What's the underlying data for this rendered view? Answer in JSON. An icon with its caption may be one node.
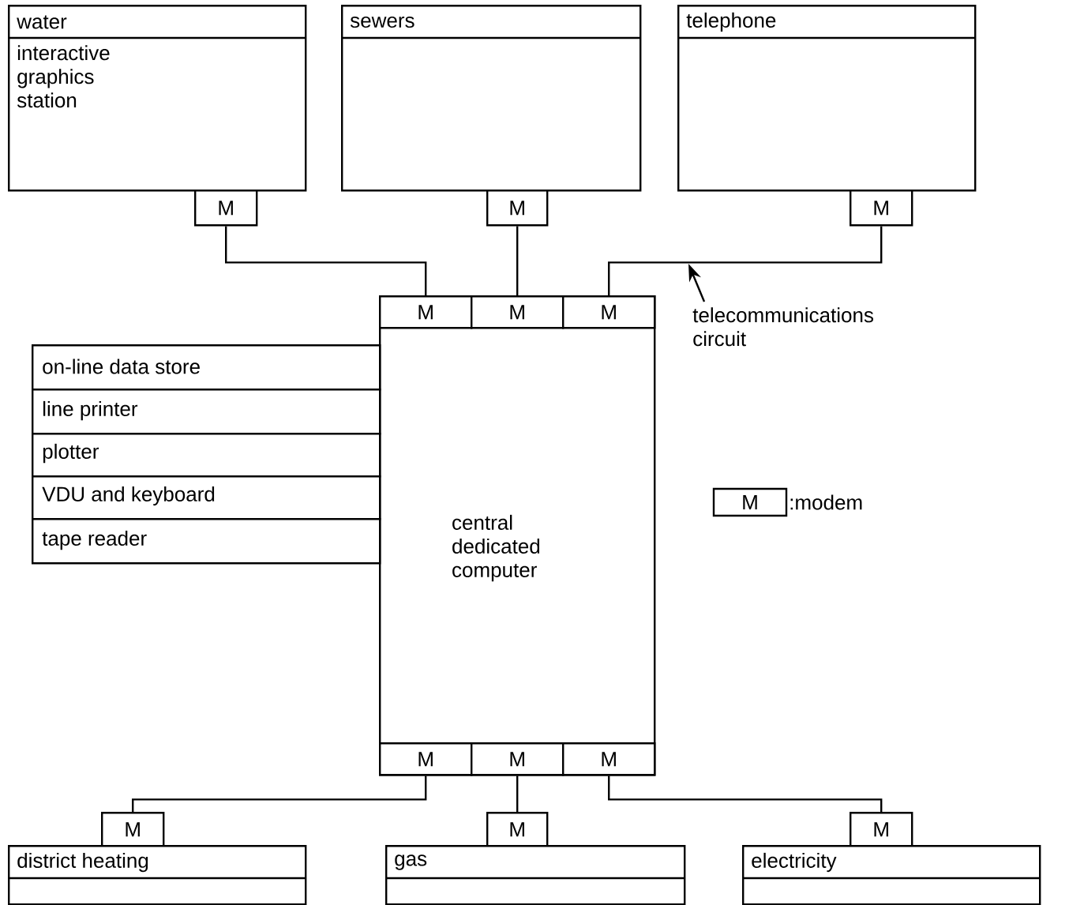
{
  "diagram": {
    "nodes": [
      {
        "text": [
          "water",
          "interactive graphics station"
        ]
      },
      {
        "text": [
          "M"
        ]
      },
      {
        "text": [
          "sewers"
        ]
      },
      {
        "text": [
          "M"
        ]
      },
      {
        "text": [
          "telephone"
        ]
      },
      {
        "text": [
          "M"
        ]
      },
      {
        "text": [
          "central dedicated computer"
        ]
      },
      {
        "text": [
          "M"
        ],
        "in": 6
      },
      {
        "text": [
          "M"
        ],
        "in": 6
      },
      {
        "text": [
          "M"
        ],
        "in": 6
      },
      {
        "text": [
          "on-line data store"
        ]
      },
      {
        "text": [
          "line printer"
        ]
      },
      {
        "text": [
          "plotter"
        ]
      },
      {
        "text": [
          "VDU and keyboard"
        ]
      },
      {
        "text": [
          "tape reader"
        ]
      },
      {
        "text": [
          "M"
        ],
        "in": 6
      },
      {
        "text": [
          "M"
        ],
        "in": 6
      },
      {
        "text": [
          "M"
        ],
        "in": 6
      },
      {
        "text": [
          "M"
        ]
      },
      {
        "text": [
          "district heating"
        ]
      },
      {
        "text": [
          "M"
        ]
      },
      {
        "text": [
          "gas"
        ]
      },
      {
        "text": [
          "M"
        ]
      },
      {
        "text": [
          "electricity"
        ]
      },
      {
        "text": [
          "telecommunications circuit"
        ]
      }
    ],
    "edges": [
      {
        "from": 1,
        "to": 7,
        "arrow": "none"
      },
      {
        "from": 3,
        "to": 8,
        "arrow": "none"
      },
      {
        "from": 5,
        "to": 9,
        "arrow": "none"
      },
      {
        "from": 15,
        "to": 18,
        "arrow": "none"
      },
      {
        "from": 16,
        "to": 20,
        "arrow": "none"
      },
      {
        "from": 17,
        "to": 22,
        "arrow": "none"
      },
      {
        "from": 24,
        "to": null,
        "arrow": "to"
      }
    ],
    "labels": [
      "M"
    ],
    "legend": [
      {
        "text": ":modem"
      }
    ]
  }
}
